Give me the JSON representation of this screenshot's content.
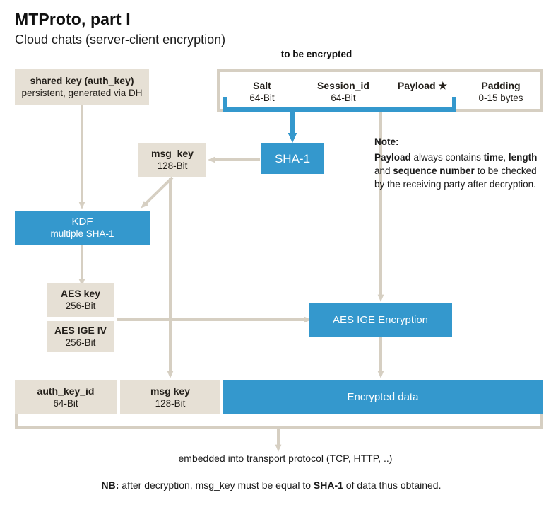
{
  "header": {
    "title": "MTProto, part I",
    "subtitle": "Cloud chats (server-client encryption)"
  },
  "labels": {
    "to_be_encrypted": "to be encrypted",
    "embedded": "embedded into transport protocol (TCP, HTTP, ..)"
  },
  "shared_key_box": {
    "line1": "shared key (auth_key)",
    "line2": "persistent, generated via DH"
  },
  "payload_frame": {
    "segments": [
      {
        "name": "Salt",
        "size": "64-Bit"
      },
      {
        "name": "Session_id",
        "size": "64-Bit"
      },
      {
        "name": "Payload ★",
        "size": ""
      },
      {
        "name": "Padding",
        "size": "0-15 bytes"
      }
    ]
  },
  "sha1_box": {
    "line1": "SHA-1"
  },
  "msg_key_box": {
    "line1": "msg_key",
    "line2": "128-Bit"
  },
  "kdf_box": {
    "line1": "KDF",
    "line2": "multiple SHA-1"
  },
  "aes_key_box": {
    "line1": "AES key",
    "line2": "256-Bit"
  },
  "aes_iv_box": {
    "line1": "AES IGE IV",
    "line2": "256-Bit"
  },
  "aes_ige_box": {
    "line1": "AES IGE Encryption"
  },
  "note": {
    "heading": "Note:",
    "b1": "Payload",
    "t1": " always contains ",
    "b2": "time",
    "t2": ", ",
    "b3": "length",
    "t3": " and ",
    "b4": "sequence number",
    "t4": " to be checked by the receiving party after decryption."
  },
  "output_row": {
    "auth_key_id": {
      "line1": "auth_key_id",
      "line2": "64-Bit"
    },
    "msg_key": {
      "line1": "msg key",
      "line2": "128-Bit"
    },
    "encrypted_data": {
      "line1": "Encrypted data"
    }
  },
  "footer_nb": {
    "b1": "NB:",
    "t1": " after decryption, msg_key must be equal to ",
    "b2": "SHA-1",
    "t2": " of data thus obtained."
  },
  "colors": {
    "blue": "#3498cd",
    "beige": "#e6e0d5",
    "connector": "#d6cfc2",
    "text": "#1a1a1a"
  }
}
